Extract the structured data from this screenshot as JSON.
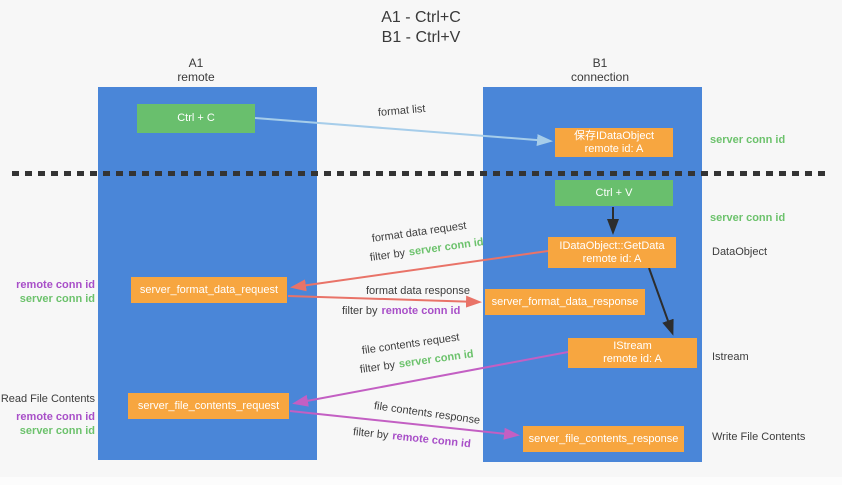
{
  "title": {
    "line1": "A1 - Ctrl+C",
    "line2": "B1 - Ctrl+V"
  },
  "columns": {
    "a1": {
      "name": "A1",
      "subtitle": "remote"
    },
    "b1": {
      "name": "B1",
      "subtitle": "connection"
    }
  },
  "boxes": {
    "ctrl_c": {
      "label": "Ctrl + C"
    },
    "save_idataobject": {
      "line1": "保存IDataObject",
      "line2": "remote id: A"
    },
    "ctrl_v": {
      "label": "Ctrl + V"
    },
    "getdata": {
      "line1": "IDataObject::GetData",
      "line2": "remote id: A"
    },
    "server_format_data_request": {
      "label": "server_format_data_request"
    },
    "server_format_data_response": {
      "label": "server_format_data_response"
    },
    "istream": {
      "line1": "IStream",
      "line2": "remote id: A"
    },
    "server_file_contents_request": {
      "label": "server_file_contents_request"
    },
    "server_file_contents_response": {
      "label": "server_file_contents_response"
    }
  },
  "arrow_labels": {
    "format_list": "format list",
    "format_data_request": "format data request",
    "format_data_response": "format data response",
    "file_contents_request": "file contents request",
    "file_contents_response": "file contents response",
    "filter_by": "filter by",
    "server_conn_id": "server conn id",
    "remote_conn_id": "remote conn id"
  },
  "side_labels": {
    "left_remote_conn_id_1": "remote conn id",
    "left_server_conn_id_1": "server conn id",
    "read_file_contents": "Read File Contents",
    "left_remote_conn_id_2": "remote conn id",
    "left_server_conn_id_2": "server conn id",
    "right_server_conn_id_1": "server conn id",
    "right_server_conn_id_2": "server conn id",
    "dataobject": "DataObject",
    "istream": "Istream",
    "write_file_contents": "Write File Contents"
  },
  "colors": {
    "background": "#f7f7f7",
    "lane_blue": "#4a86d8",
    "box_green": "#69bf6d",
    "box_orange": "#f7a640",
    "arrow_light_blue": "#a6cdea",
    "arrow_red": "#e97368",
    "arrow_magenta": "#c35fc3",
    "arrow_black": "#2d2d2d",
    "text_green": "#6cc26c",
    "text_purple": "#a84fc8",
    "text_dark": "#3d3d3d"
  }
}
